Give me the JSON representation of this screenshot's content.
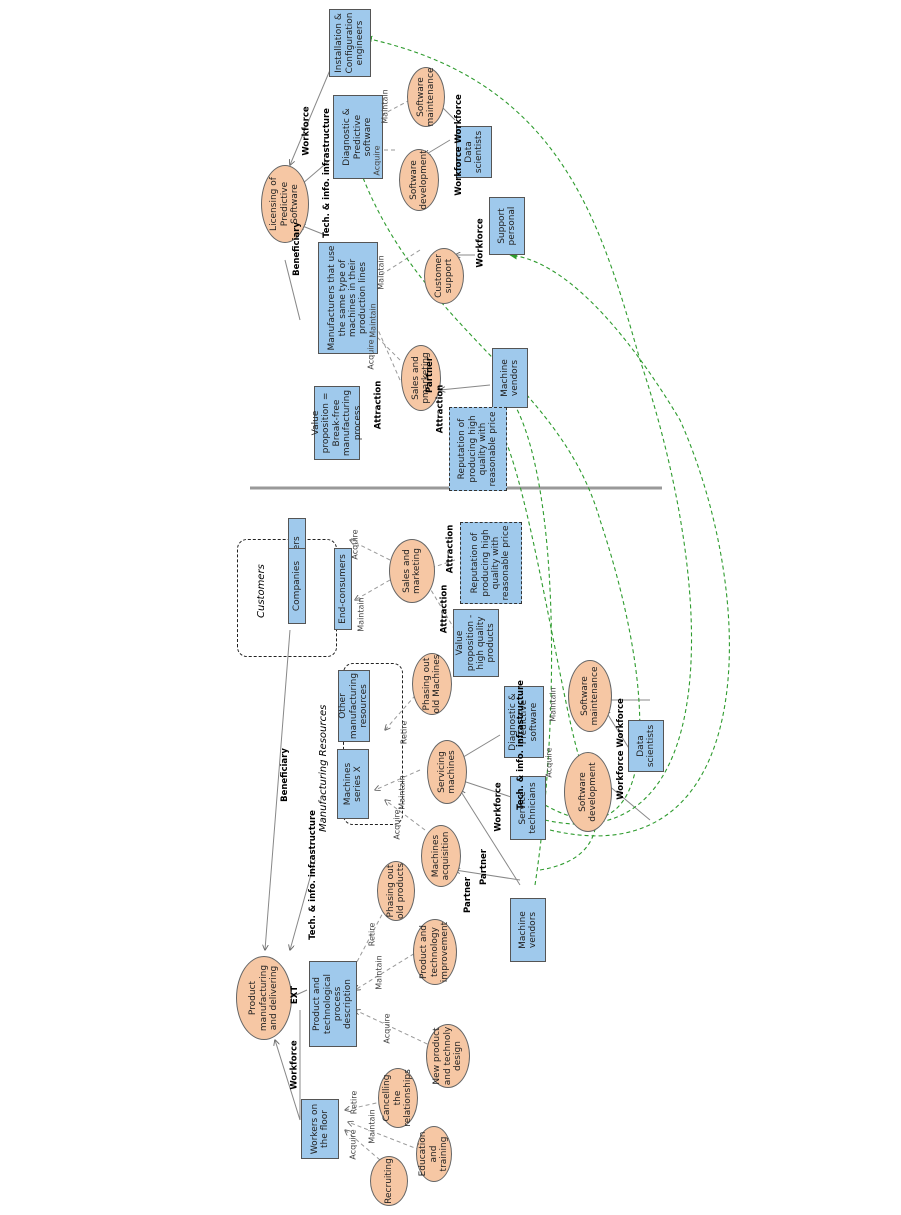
{
  "diagram": {
    "nodes": {
      "product_manufacturing": "Product manufacturing and delivering",
      "workers_floor": "Workers on the floor",
      "product_process_desc": "Product and technological process description",
      "recruiting": "Recruiting",
      "education_training": "Education and training",
      "cancelling_relationships": "Cancelling the relationships",
      "new_product_design": "New product and technoly design",
      "product_tech_improvement": "Product and technology improvement",
      "phasing_out_products": "Phasing out old products",
      "machines_acquisition": "Machines acquisition",
      "machine_vendors_left": "Machine vendors",
      "servicing_machines": "Servicing machines",
      "service_technicians": "Service technicians",
      "diag_soft_left": "Diagnostic & Predictive software",
      "phasing_out_machines": "Phasing out old Machines",
      "soft_dev_left": "Software development",
      "soft_maint_left": "Software maintenance",
      "data_sci_left": "Data scientists",
      "value_prop_left": "Value proposition - high quality products",
      "reputation_left": "Reputation of producing high quality with reasonable price",
      "sales_marketing_left": "Sales and marketing",
      "manufacturing_resources": "Manufacturing Resources",
      "machines_series": "Machines series X",
      "other_resources": "Other manufacturing resources",
      "customers": "Customers",
      "retailers": "Retailers",
      "companies": "Companies",
      "end_consumers": "End-consumers",
      "licensing": "Licensing of Predictive Software",
      "installation_engineers": "Installation & Configuration engineers",
      "diag_soft_right": "Diagnostic & Predictive software",
      "soft_maint_right": "Software maintenance",
      "soft_dev_right": "Software development",
      "data_sci_right": "Data scientists",
      "customer_support": "Customer support",
      "support_personal": "Support personal",
      "manufacturers_same": "Manufacturers that use the same type of machines in their production lines",
      "value_prop_right": "Value proposition = Break-free manufacturing process",
      "sales_marketing_right": "Sales and pmarketing",
      "machine_vendors_right": "Machine vendors",
      "reputation_right": "Reputation of producing high quality with reasonable price"
    },
    "relations": {
      "workforce": "Workforce",
      "ext": "EXT",
      "tech_info": "Tech. & info. infrastructure",
      "beneficiary": "Beneficiary",
      "acquire": "Acquire",
      "maintain": "Maintain",
      "retire": "Retire",
      "partner": "Partner",
      "attraction": "Attraction",
      "workforce_workforce": "Workforce Workforce"
    },
    "colors": {
      "ellipse_fill": "#f6c7a4",
      "box_fill": "#9fc9ec",
      "dependency_line": "#2e9b2e",
      "divider": "#999999"
    }
  }
}
